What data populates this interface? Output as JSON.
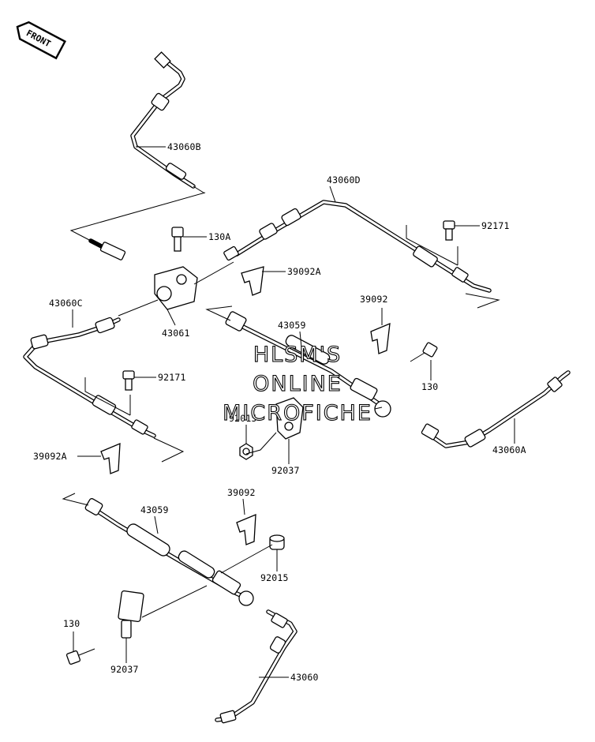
{
  "orientation_badge": {
    "text": "FRONT",
    "icon": "front-arrow-icon"
  },
  "watermark": {
    "line1": "HLSM'S",
    "line2": "ONLINE",
    "line3": "MICROFICHE"
  },
  "part_labels": {
    "p_43060B": "43060B",
    "p_43060D": "43060D",
    "p_130A": "130A",
    "p_92171_right": "92171",
    "p_39092A_top": "39092A",
    "p_43060C": "43060C",
    "p_43061": "43061",
    "p_43059_center": "43059",
    "p_39092_right": "39092",
    "p_130_right": "130",
    "p_92171_left": "92171",
    "p_92015_center": "92015",
    "p_43060A": "43060A",
    "p_92037_center": "92037",
    "p_39092A_left": "39092A",
    "p_43059_lower": "43059",
    "p_39092_lower": "39092",
    "p_92015_lower": "92015",
    "p_130_lower": "130",
    "p_92037_lower": "92037",
    "p_43060": "43060"
  }
}
